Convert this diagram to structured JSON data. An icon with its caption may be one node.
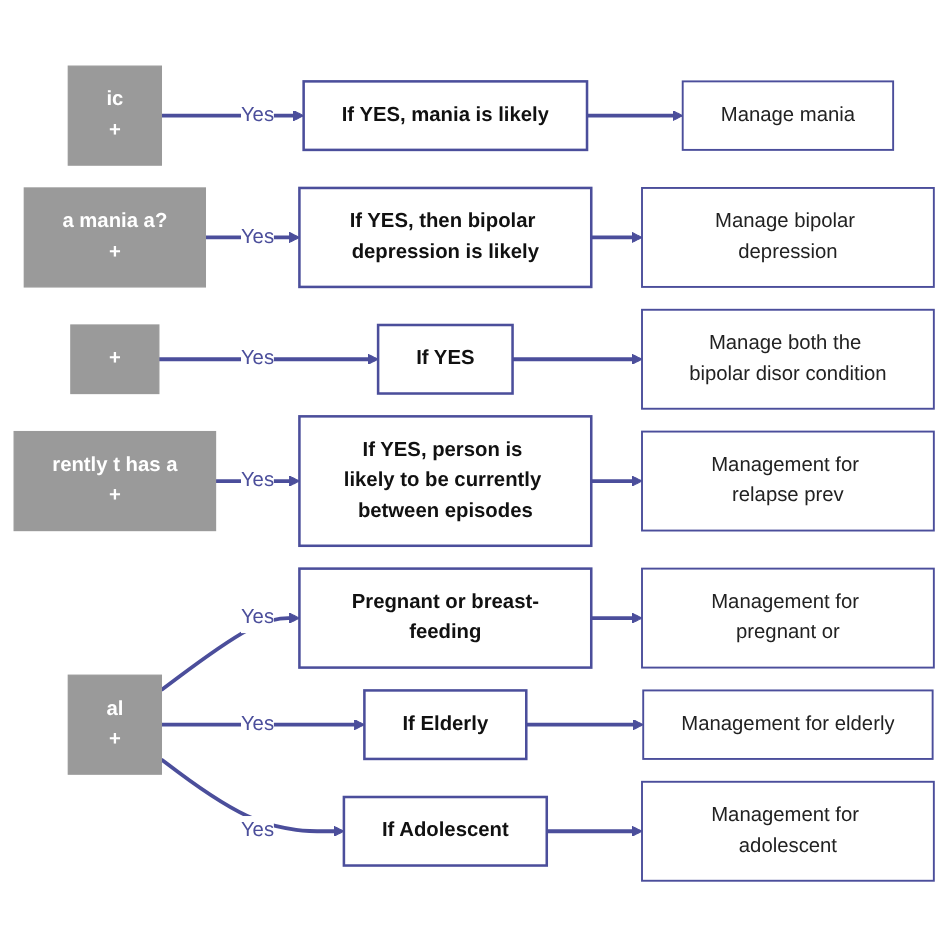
{
  "diagram": {
    "nodes": [
      {
        "text": [
          "ic",
          "+"
        ]
      },
      {
        "text": [
          "If YES, mania is likely"
        ]
      },
      {
        "text": [
          "Manage mania"
        ]
      },
      {
        "text": [
          "a mania a?",
          "+"
        ]
      },
      {
        "text": [
          "If YES, then bipolar depression is likely"
        ]
      },
      {
        "text": [
          "Manage bipolar depression"
        ]
      },
      {
        "text": [
          "+"
        ]
      },
      {
        "text": [
          "If YES"
        ]
      },
      {
        "text": [
          "Manage both the bipolar disor condition"
        ]
      },
      {
        "text": [
          "rently t has a",
          "+"
        ]
      },
      {
        "text": [
          "If YES, person is likely to be currently between episodes"
        ]
      },
      {
        "text": [
          "Management for relapse prev"
        ]
      },
      {
        "text": [
          "al",
          "+"
        ]
      },
      {
        "text": [
          "Pregnant or breast-feeding"
        ]
      },
      {
        "text": [
          "Management for pregnant or"
        ]
      },
      {
        "text": [
          "If Elderly"
        ]
      },
      {
        "text": [
          "Management for elderly"
        ]
      },
      {
        "text": [
          "If Adolescent"
        ]
      },
      {
        "text": [
          "Management for adolescent"
        ]
      }
    ],
    "edges": [
      {
        "from": 0,
        "to": 1,
        "arrow": "to",
        "label": "Yes"
      },
      {
        "from": 1,
        "to": 2,
        "arrow": "to"
      },
      {
        "from": 3,
        "to": 4,
        "arrow": "to",
        "label": "Yes"
      },
      {
        "from": 4,
        "to": 5,
        "arrow": "to"
      },
      {
        "from": 6,
        "to": 7,
        "arrow": "to",
        "label": "Yes"
      },
      {
        "from": 7,
        "to": 8,
        "arrow": "to"
      },
      {
        "from": 9,
        "to": 10,
        "arrow": "to",
        "label": "Yes"
      },
      {
        "from": 10,
        "to": 11,
        "arrow": "to"
      },
      {
        "from": 12,
        "to": 13,
        "arrow": "to",
        "label": "Yes"
      },
      {
        "from": 13,
        "to": 14,
        "arrow": "to"
      },
      {
        "from": 12,
        "to": 15,
        "arrow": "to",
        "label": "Yes"
      },
      {
        "from": 15,
        "to": 16,
        "arrow": "to"
      },
      {
        "from": 12,
        "to": 17,
        "arrow": "to",
        "label": "Yes"
      },
      {
        "from": 17,
        "to": 18,
        "arrow": "to"
      }
    ]
  }
}
